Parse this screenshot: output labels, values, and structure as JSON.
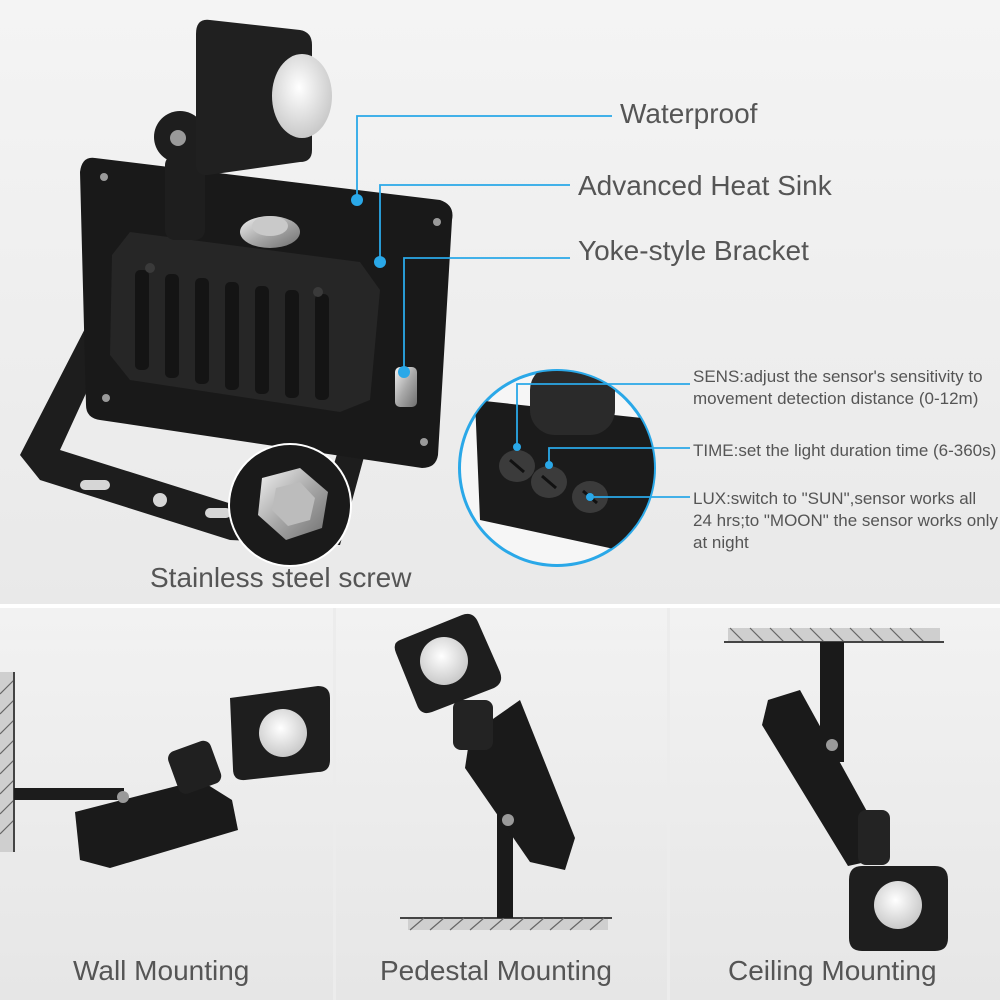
{
  "callouts": {
    "waterproof": "Waterproof",
    "heat_sink": "Advanced Heat Sink",
    "bracket": "Yoke-style Bracket",
    "screw": "Stainless steel screw"
  },
  "sensor_notes": {
    "sens": "SENS:adjust the sensor's sensitivity to movement detection distance (0-12m)",
    "time": "TIME:set the light duration time (6-360s)",
    "lux": "LUX:switch to \"SUN\",sensor works all 24 hrs;to \"MOON\" the sensor works only at night"
  },
  "mounting": {
    "wall": "Wall Mounting",
    "pedestal": "Pedestal Mounting",
    "ceiling": "Ceiling Mounting"
  },
  "colors": {
    "accent": "#2aa8e8",
    "body": "#1c1c1c",
    "text": "#555555"
  }
}
